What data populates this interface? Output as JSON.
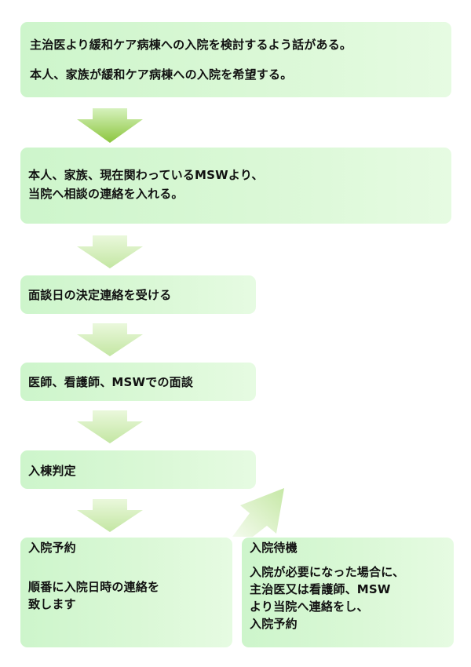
{
  "step1": {
    "line1": "主治医より緩和ケア病棟への入院を検討するよう話がある。",
    "line2": "本人、家族が緩和ケア病棟への入院を希望する。"
  },
  "step2": {
    "line1": "本人、家族、現在関わっているMSWより、",
    "line2": "当院へ相談の連絡を入れる。"
  },
  "step3": {
    "line1": "面談日の決定連絡を受ける"
  },
  "step4": {
    "line1": "医師、看護師、MSWでの面談"
  },
  "step5": {
    "line1": "入棟判定"
  },
  "result_admission": {
    "title": "入院予約",
    "line1": "順番に入院日時の連絡を",
    "line2": "致します"
  },
  "result_waiting": {
    "title": "入院待機",
    "line1": "入院が必要になった場合に、",
    "line2": "主治医又は看護師、MSW",
    "line3": "より当院へ連絡をし、",
    "line4": "入院予約"
  },
  "colors": {
    "box_fill": "#d4f7d0",
    "arrow_main": "#8dcc3e",
    "arrow_pale": "#cfeeb2"
  }
}
